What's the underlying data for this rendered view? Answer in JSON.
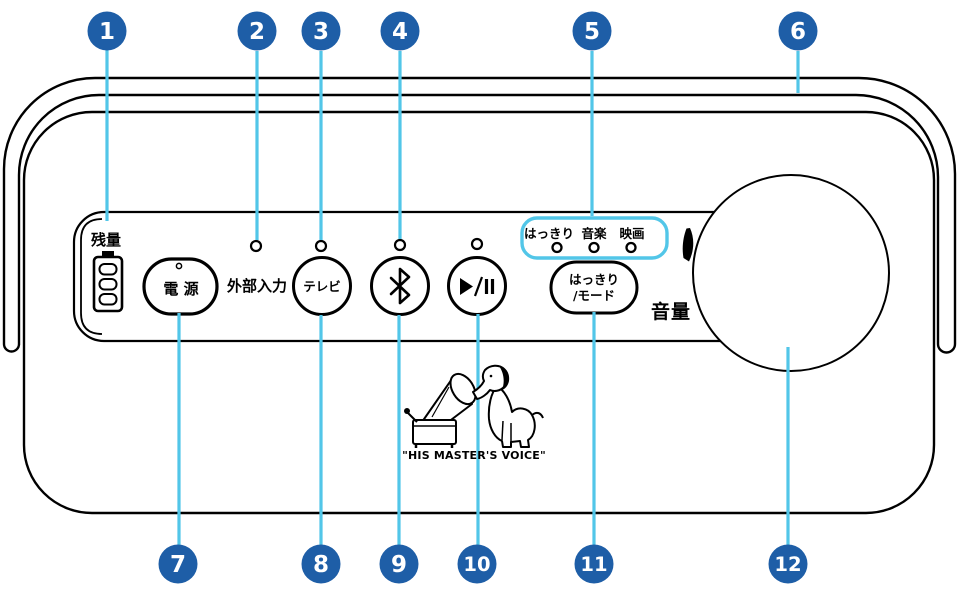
{
  "colors": {
    "marker_blue": "#1e5ea7",
    "callout_cyan": "#52c6e8",
    "ink": "#000000",
    "background": "#ffffff"
  },
  "callouts": [
    "1",
    "2",
    "3",
    "4",
    "5",
    "6",
    "7",
    "8",
    "9",
    "10",
    "11",
    "12"
  ],
  "panel": {
    "battery_label": "残量",
    "power_button_label": "電 源",
    "external_input_label": "外部入力",
    "tv_button_label": "テレビ",
    "mode_led_labels": [
      "はっきり",
      "音楽",
      "映画"
    ],
    "clear_mode_button_line1": "はっきり",
    "clear_mode_button_line2": "/モード",
    "volume_label": "音量"
  },
  "logo": {
    "caption": "\"HIS MASTER'S VOICE\""
  }
}
